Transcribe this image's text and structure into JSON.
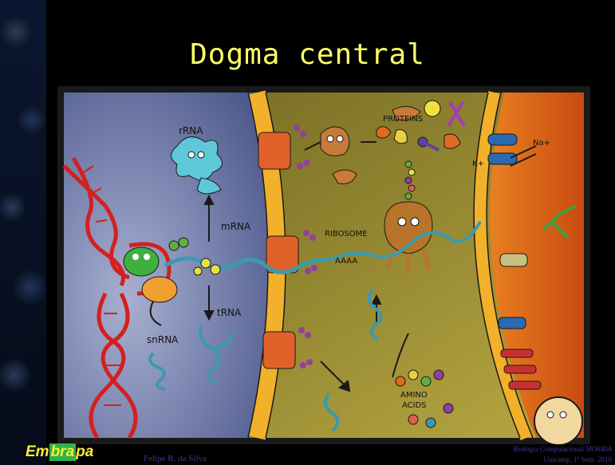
{
  "slide": {
    "title": "Dogma central",
    "logo": {
      "part1": "Em",
      "part2": "bra",
      "part3": "pa"
    },
    "author": "Felipe R. da Silva",
    "course_line1": "Biologia Computacional",
    "course_code": "MO640A",
    "course_line2": "Unicamp, 1º Sem. 2010"
  },
  "figure": {
    "labels": {
      "rrna": "rRNA",
      "mrna": "mRNA",
      "trna": "tRNA",
      "snrna": "snRNA",
      "ribosome": "RIBOSOME",
      "aaaa": "AAAA",
      "proteins": "PROTEINS",
      "amino": "AMINO",
      "acids": "ACIDS",
      "na": "Na+",
      "k": "K+"
    },
    "colors": {
      "nucleus": "#6f7aa8",
      "cytoplasm": "#9a8a2a",
      "membrane": "#f2b12a",
      "outside": "#e06a18",
      "dna": "#d42020",
      "rna": "#3a9ab0"
    }
  }
}
